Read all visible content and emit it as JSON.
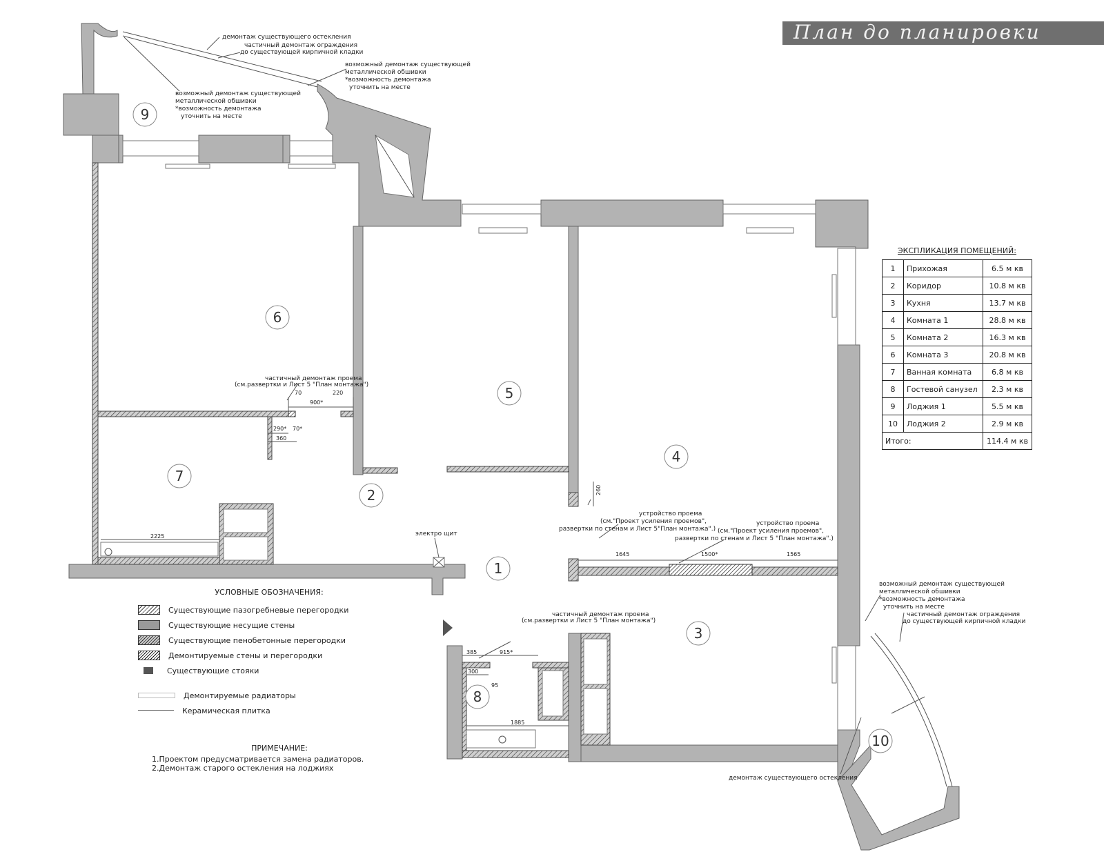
{
  "title": "План до планировки",
  "rooms": [
    {
      "no": "1"
    },
    {
      "no": "2"
    },
    {
      "no": "3"
    },
    {
      "no": "4"
    },
    {
      "no": "5"
    },
    {
      "no": "6"
    },
    {
      "no": "7"
    },
    {
      "no": "8"
    },
    {
      "no": "9"
    },
    {
      "no": "10"
    }
  ],
  "annotations": {
    "loggia9_glazing": "демонтаж существующего остекления",
    "loggia9_fence_1": "частичный  демонтаж ограждения",
    "loggia9_fence_2": "до существующей кирпичной кладки",
    "loggia9_cladding_r1": "возможный демонтаж существующей",
    "loggia9_cladding_r2": "металлической обшивки",
    "loggia9_cladding_r3": "*возможность демонтажа",
    "loggia9_cladding_r4": "уточнить на месте",
    "loggia9_cladding_l1": "возможный демонтаж существующей",
    "loggia9_cladding_l2": "металлической  обшивки",
    "loggia9_cladding_l3": "*возможность демонтажа",
    "loggia9_cladding_l4": "уточнить на месте",
    "opening6_1": "частичный демонтаж проема",
    "opening6_2": "(см.развертки и Лист 5 \"План монтажа\")",
    "electro": "электро щит",
    "opening4_1": "устройство проема",
    "opening4_2": "(см.\"Проект усиления проемов\",",
    "opening4_3": "развертки по стенам и Лист 5\"План монтажа\".)",
    "opening3_1": "устройство проема",
    "opening3_2": "(см.\"Проект усиления проемов\",",
    "opening3_3": "развертки по стенам и Лист 5 \"План монтажа\".)",
    "opening8_1": "частичный демонтаж проема",
    "opening8_2": "(см.развертки и Лист 5 \"План монтажа\")",
    "loggia10_cladding_1": "возможный демонтаж существующей",
    "loggia10_cladding_2": "металлической  обшивки",
    "loggia10_cladding_3": "*возможность демонтажа",
    "loggia10_cladding_4": "уточнить на месте",
    "loggia10_fence_1": "частичный  демонтаж ограждения",
    "loggia10_fence_2": "до существующей кирпичной кладки",
    "loggia10_glazing": "демонтаж существующего остекления"
  },
  "dimensions": {
    "d70": "70",
    "d220": "220",
    "d900": "900*",
    "d290": "290*",
    "d70b": "70*",
    "d360": "360",
    "d2225": "2225",
    "d260": "260",
    "d1645": "1645",
    "d1500": "1500*",
    "d1565": "1565",
    "d385": "385",
    "d915": "915*",
    "d300": "300",
    "d95": "95",
    "d1885": "1885"
  },
  "explication": {
    "title": "ЭКСПЛИКАЦИЯ ПОМЕЩЕНИЙ:",
    "rows": [
      {
        "no": "1",
        "name": "Прихожая",
        "area": "6.5 м кв"
      },
      {
        "no": "2",
        "name": "Коридор",
        "area": "10.8 м кв"
      },
      {
        "no": "3",
        "name": "Кухня",
        "area": "13.7 м кв"
      },
      {
        "no": "4",
        "name": "Комната 1",
        "area": "28.8 м кв"
      },
      {
        "no": "5",
        "name": "Комната 2",
        "area": "16.3 м кв"
      },
      {
        "no": "6",
        "name": "Комната 3",
        "area": "20.8 м кв"
      },
      {
        "no": "7",
        "name": "Ванная комната",
        "area": "6.8 м кв"
      },
      {
        "no": "8",
        "name": "Гостевой санузел",
        "area": "2.3 м кв"
      },
      {
        "no": "9",
        "name": "Лоджия 1",
        "area": "5.5 м кв"
      },
      {
        "no": "10",
        "name": "Лоджия 2",
        "area": "2.9 м кв"
      }
    ],
    "total_label": "Итого:",
    "total_value": "114.4 м кв"
  },
  "legend": {
    "title": "УСЛОВНЫЕ ОБОЗНАЧЕНИЯ:",
    "items": [
      "Существующие пазогребневые перегородки",
      "Существующие несущие стены",
      "Существующие пенобетонные перегородки",
      "Демонтируемые стены и перегородки",
      "Существующие стояки",
      "Демонтируемые радиаторы",
      "Керамическая плитка"
    ]
  },
  "note": {
    "title": "ПРИМЕЧАНИЕ:",
    "line1": "1.Проектом предусматривается замена радиаторов.",
    "line2": "2.Демонтаж старого остекления на лоджиях"
  }
}
